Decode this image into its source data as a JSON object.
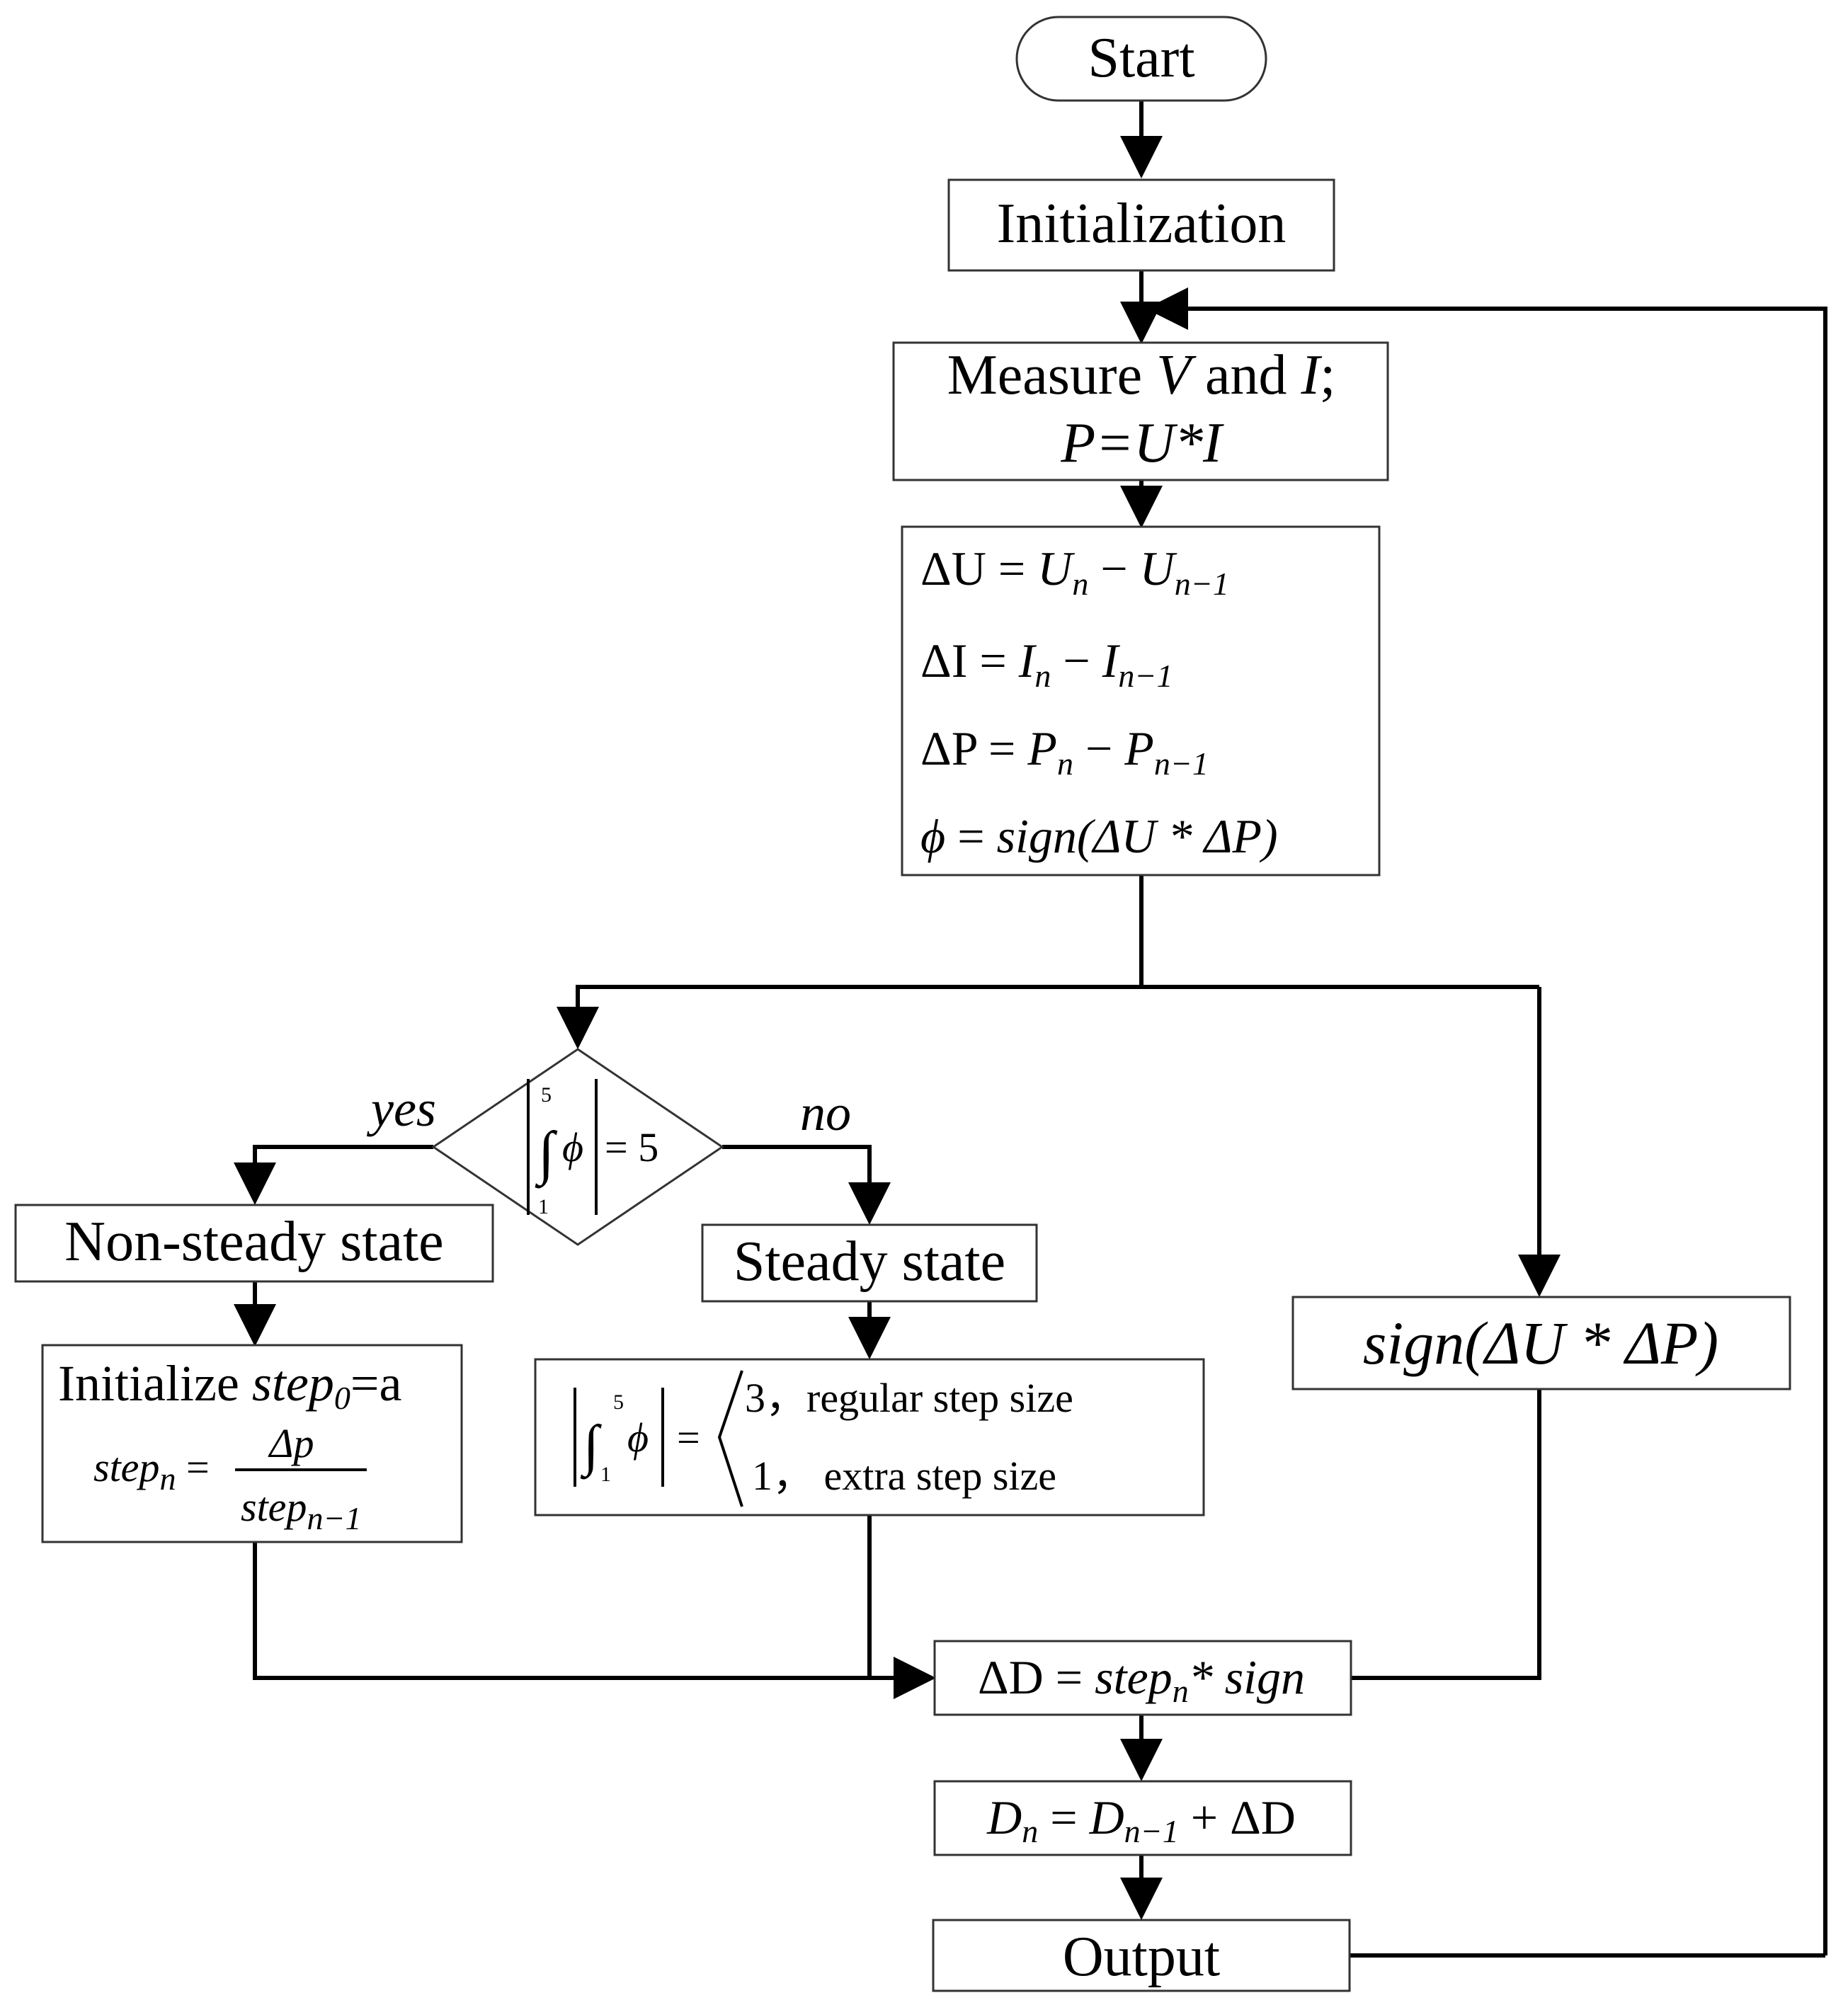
{
  "nodes": {
    "start": "Start",
    "init": "Initialization",
    "measure": {
      "line1_pre": "Measure ",
      "v": "V",
      "line1_mid": " and ",
      "i": "I",
      "line1_end": ";",
      "line2": "P=U*I"
    },
    "delta": {
      "du_lhs": "ΔU",
      "du_a": "U",
      "du_a_sub": "n",
      "du_b": "U",
      "du_b_sub": "n−1",
      "di_lhs": "ΔI",
      "di_a": "I",
      "di_a_sub": "n",
      "di_b": "I",
      "di_b_sub": "n−1",
      "dp_lhs": "ΔP",
      "dp_a": "P",
      "dp_a_sub": "n",
      "dp_b": "P",
      "dp_b_sub": "n−1",
      "phi": "ϕ",
      "phi_rhs": "sign(ΔU * ΔP)"
    },
    "decision": {
      "upper": "5",
      "lower": "1",
      "phi": "ϕ",
      "rhs": "= 5"
    },
    "yes_label": "yes",
    "no_label": "no",
    "non_steady": "Non-steady state",
    "steady": "Steady state",
    "initialize": {
      "pre": "Initialize ",
      "step0": "step",
      "step0_sub": "0",
      "post": "=a",
      "stepn": "step",
      "stepn_sub": "n",
      "num": "Δp",
      "den": "step",
      "den_sub": "n−1"
    },
    "steps": {
      "upper": "5",
      "lower": "1",
      "phi": "ϕ",
      "case1": "3，regular step size",
      "case2": "1， extra step size"
    },
    "sign_box": "sign(ΔU * ΔP)",
    "delta_d": {
      "lhs": "ΔD",
      "step": "step",
      "step_sub": "n",
      "rest": "* sign"
    },
    "dn": {
      "lhs": "D",
      "lhs_sub": "n",
      "rhs": "D",
      "rhs_sub": "n−1",
      "plus": "+ ΔD"
    },
    "output": "Output"
  }
}
